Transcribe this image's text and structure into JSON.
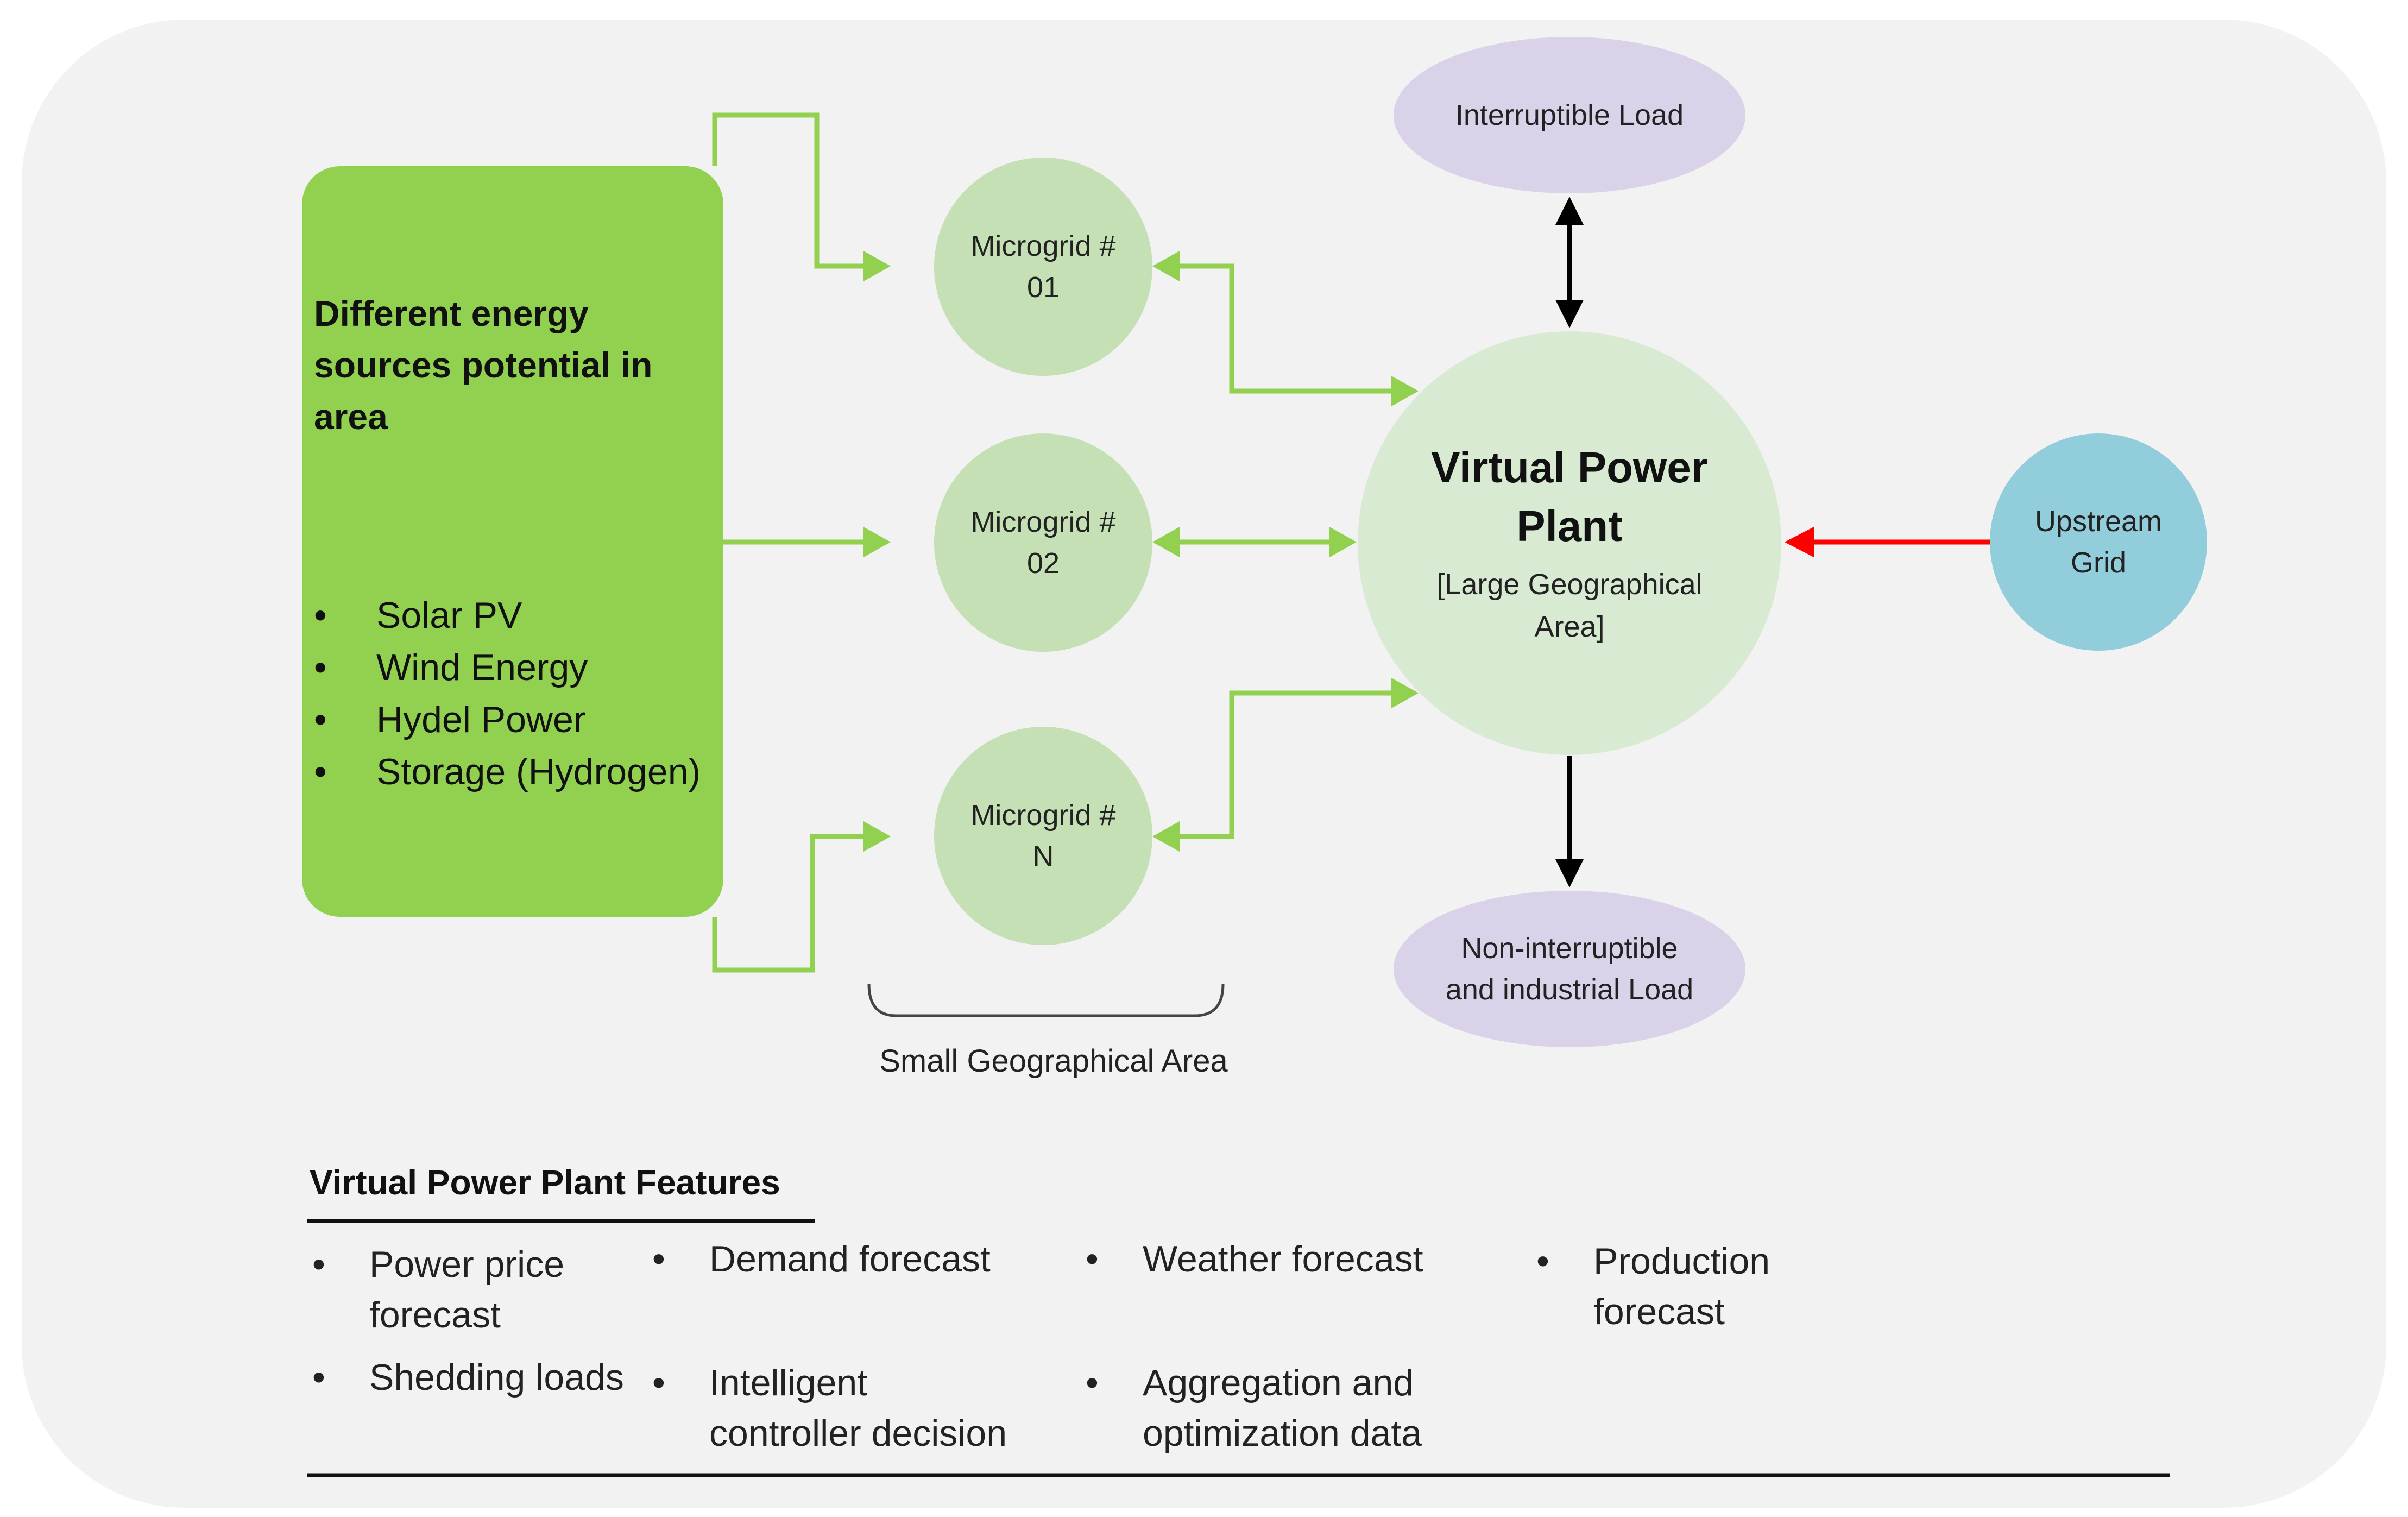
{
  "energy_sources": {
    "title_line1": "Different energy",
    "title_line2": "sources potential in",
    "title_line3": "area",
    "items": [
      "Solar PV",
      "Wind Energy",
      "Hydel Power",
      "Storage (Hydrogen)"
    ]
  },
  "microgrids": [
    {
      "line1": "Microgrid #",
      "line2": "01"
    },
    {
      "line1": "Microgrid #",
      "line2": "02"
    },
    {
      "line1": "Microgrid #",
      "line2": "N"
    }
  ],
  "small_area_label": "Small Geographical Area",
  "vpp": {
    "title_line1": "Virtual Power",
    "title_line2": "Plant",
    "subtitle_line1": "[Large Geographical",
    "subtitle_line2": "Area]"
  },
  "loads": {
    "interruptible": {
      "line1": "Interruptible Load"
    },
    "non_interruptible": {
      "line1": "Non-interruptible",
      "line2": "and industrial Load"
    }
  },
  "upstream_grid": {
    "line1": "Upstream",
    "line2": "Grid"
  },
  "features": {
    "title": "Virtual Power Plant Features",
    "items": [
      {
        "line1": "Power price",
        "line2": "forecast"
      },
      {
        "line1": "Demand forecast"
      },
      {
        "line1": "Weather forecast"
      },
      {
        "line1": "Production",
        "line2": "forecast"
      },
      {
        "line1": "Shedding loads"
      },
      {
        "line1": "Intelligent",
        "line2": "controller decision"
      },
      {
        "line1": "Aggregation and",
        "line2": "optimization data"
      }
    ]
  },
  "colors": {
    "panel_bg": "#f2f2f2",
    "source_box": "#92d050",
    "green_arrow": "#92d050",
    "microgrid": "#c5e0b4",
    "vpp": "#d9ead3",
    "load": "#d9d2e9",
    "upstream": "#92cddc",
    "red_arrow": "#ff0000",
    "black_arrow": "#000000"
  }
}
